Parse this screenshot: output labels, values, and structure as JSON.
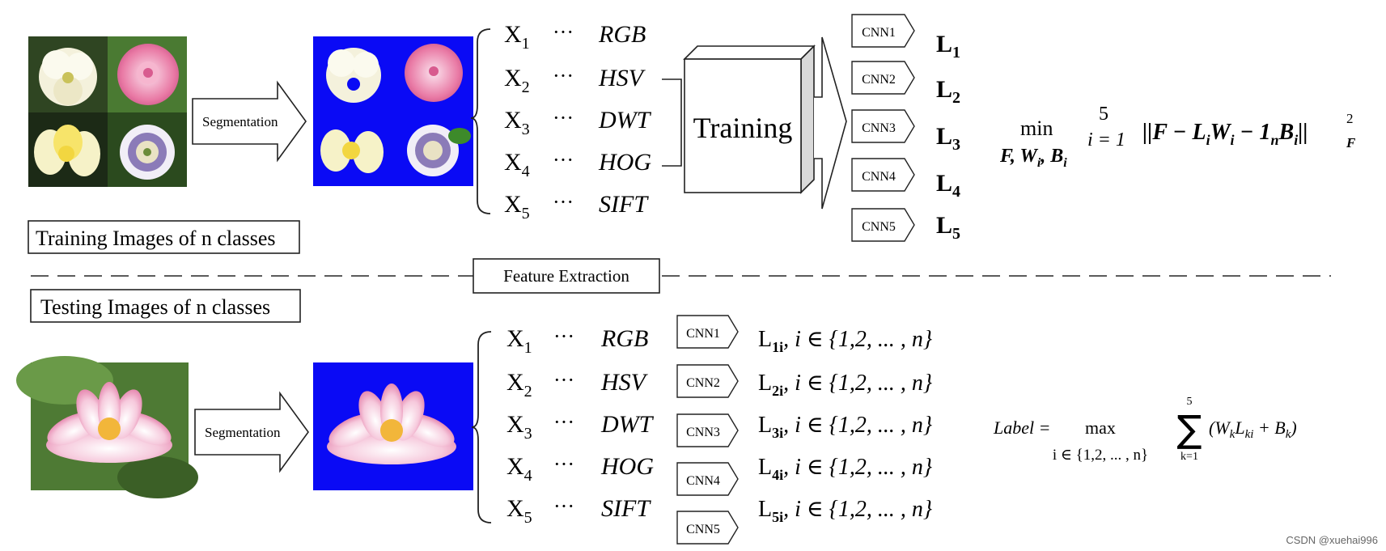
{
  "training": {
    "images_label": "Training Images of n classes",
    "segmentation_label": "Segmentation",
    "features": [
      {
        "var": "X",
        "sub": "1",
        "name": "RGB"
      },
      {
        "var": "X",
        "sub": "2",
        "name": "HSV"
      },
      {
        "var": "X",
        "sub": "3",
        "name": "DWT"
      },
      {
        "var": "X",
        "sub": "4",
        "name": "HOG"
      },
      {
        "var": "X",
        "sub": "5",
        "name": "SIFT"
      }
    ],
    "dots": "···",
    "training_label": "Training",
    "cnns": [
      "CNN1",
      "CNN2",
      "CNN3",
      "CNN4",
      "CNN5"
    ],
    "outputs": [
      {
        "var": "L",
        "sub": "1"
      },
      {
        "var": "L",
        "sub": "2"
      },
      {
        "var": "L",
        "sub": "3"
      },
      {
        "var": "L",
        "sub": "4"
      },
      {
        "var": "L",
        "sub": "5"
      }
    ],
    "objective": {
      "min": "min",
      "min_vars": "F, W",
      "min_vars_sub": "i",
      "min_vars_tail": ", B",
      "min_vars_tail_sub": "i",
      "sum_upper": "5",
      "sum_lower": "i = 1",
      "norm_body": "||F − L",
      "norm_sub1": "i",
      "norm_w": "W",
      "norm_sub2": "i",
      "norm_minus": " − 1",
      "norm_sub3": "n",
      "norm_b": "B",
      "norm_sub4": "i",
      "norm_close": "||",
      "norm_sup": "2",
      "norm_sub_f": "F"
    }
  },
  "divider": {
    "label": "Feature Extraction"
  },
  "testing": {
    "images_label": "Testing Images of n classes",
    "segmentation_label": "Segmentation",
    "features": [
      {
        "var": "X",
        "sub": "1",
        "name": "RGB"
      },
      {
        "var": "X",
        "sub": "2",
        "name": "HSV"
      },
      {
        "var": "X",
        "sub": "3",
        "name": "DWT"
      },
      {
        "var": "X",
        "sub": "4",
        "name": "HOG"
      },
      {
        "var": "X",
        "sub": "5",
        "name": "SIFT"
      }
    ],
    "dots": "···",
    "cnns": [
      "CNN1",
      "CNN2",
      "CNN3",
      "CNN4",
      "CNN5"
    ],
    "outputs": [
      {
        "var": "L",
        "sub": "1i",
        "set": ", i ∈ {1,2, ... , n}"
      },
      {
        "var": "L",
        "sub": "2i",
        "set": ", i ∈ {1,2, ... , n}"
      },
      {
        "var": "L",
        "sub": "3i",
        "set": ", i ∈ {1,2, ... , n}"
      },
      {
        "var": "L",
        "sub": "4i",
        "set": ", i ∈ {1,2, ... , n}"
      },
      {
        "var": "L",
        "sub": "5i",
        "set": ", i ∈ {1,2, ... , n}"
      }
    ],
    "label_formula": {
      "lhs": "Label =",
      "max": "max",
      "max_under": "i ∈ {1,2, ... , n}",
      "sum_sign": "∑",
      "sum_upper": "5",
      "sum_lower": "k=1",
      "body": "(W",
      "body_sub1": "k",
      "body_l": "L",
      "body_sub2": "ki",
      "body_tail": " + B",
      "body_sub3": "k",
      "body_close": ")"
    }
  },
  "watermark": "CSDN @xuehai996",
  "colors": {
    "segmented_bg": "#0a0af5",
    "flower_pink": "#e97aa5",
    "flower_white": "#f4f1dc",
    "flower_yellow": "#f2d640",
    "leaf_green": "#3d6a2a",
    "box_side": "#d9d9d9"
  }
}
